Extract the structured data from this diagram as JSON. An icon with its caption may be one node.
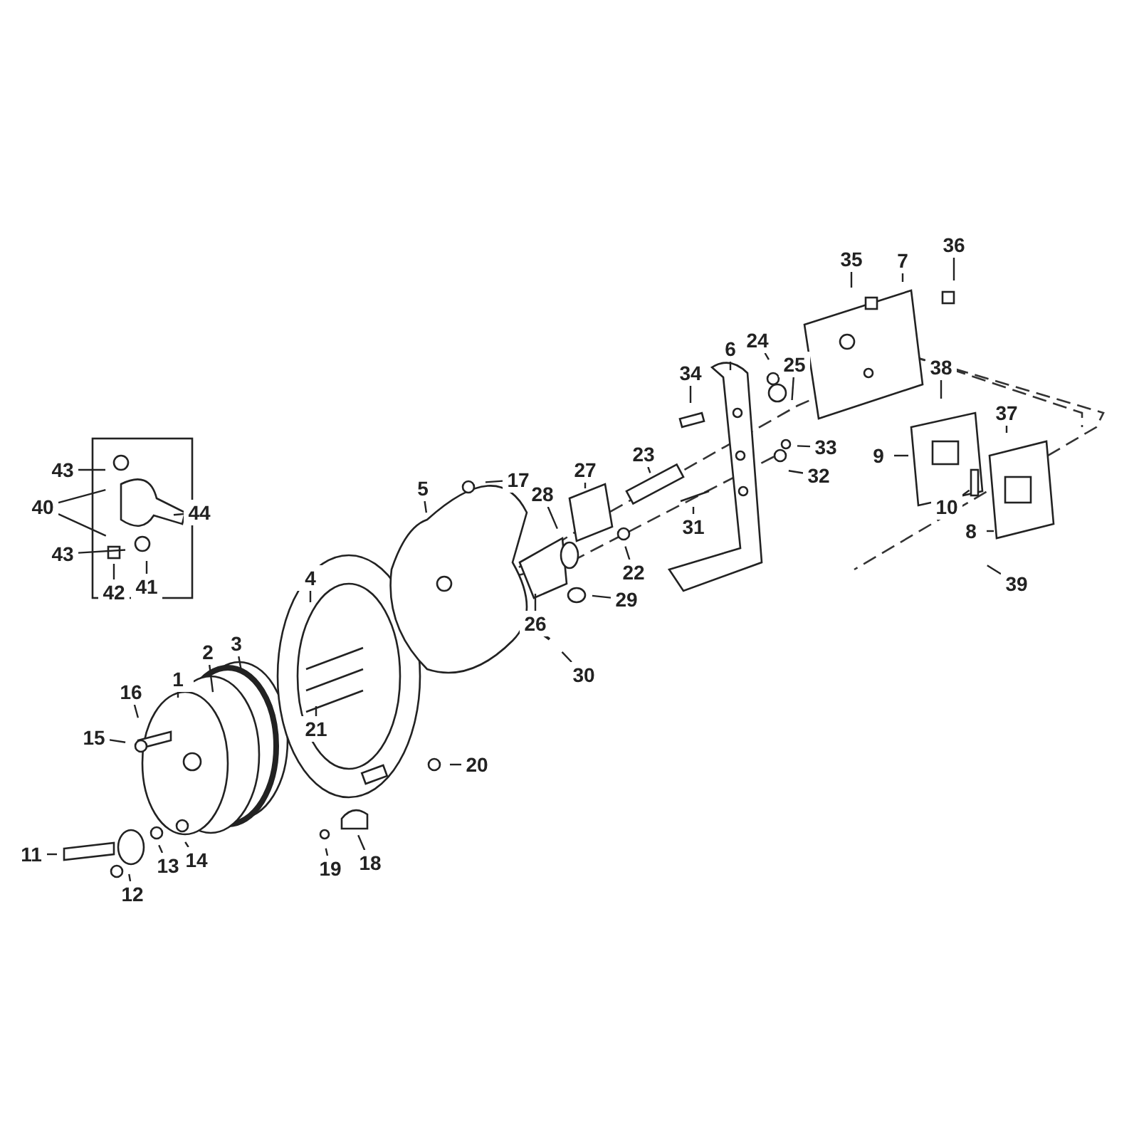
{
  "diagram": {
    "nodes": [
      {
        "text": [
          "1"
        ]
      },
      {
        "text": [
          "2"
        ]
      },
      {
        "text": [
          "3"
        ]
      },
      {
        "text": [
          "4"
        ]
      },
      {
        "text": [
          "5"
        ]
      },
      {
        "text": [
          "6"
        ]
      },
      {
        "text": [
          "7"
        ]
      },
      {
        "text": [
          "8"
        ]
      },
      {
        "text": [
          "9"
        ]
      },
      {
        "text": [
          "10"
        ]
      },
      {
        "text": [
          "11"
        ]
      },
      {
        "text": [
          "12"
        ]
      },
      {
        "text": [
          "13"
        ]
      },
      {
        "text": [
          "14"
        ]
      },
      {
        "text": [
          "15"
        ]
      },
      {
        "text": [
          "16"
        ]
      },
      {
        "text": [
          "17"
        ]
      },
      {
        "text": [
          "18"
        ]
      },
      {
        "text": [
          "19"
        ]
      },
      {
        "text": [
          "20"
        ]
      },
      {
        "text": [
          "21"
        ]
      },
      {
        "text": [
          "22"
        ]
      },
      {
        "text": [
          "23"
        ]
      },
      {
        "text": [
          "24"
        ]
      },
      {
        "text": [
          "25"
        ]
      },
      {
        "text": [
          "26"
        ]
      },
      {
        "text": [
          "27"
        ]
      },
      {
        "text": [
          "28"
        ]
      },
      {
        "text": [
          "29"
        ]
      },
      {
        "text": [
          "30"
        ]
      },
      {
        "text": [
          "31"
        ]
      },
      {
        "text": [
          "32"
        ]
      },
      {
        "text": [
          "33"
        ]
      },
      {
        "text": [
          "34"
        ]
      },
      {
        "text": [
          "35"
        ]
      },
      {
        "text": [
          "36"
        ]
      },
      {
        "text": [
          "37"
        ]
      },
      {
        "text": [
          "38"
        ]
      },
      {
        "text": [
          "39"
        ]
      },
      {
        "text": [
          "40"
        ]
      },
      {
        "text": [
          "41"
        ]
      },
      {
        "text": [
          "42"
        ]
      },
      {
        "text": [
          "43"
        ]
      },
      {
        "text": [
          "43"
        ]
      },
      {
        "text": [
          "44"
        ]
      }
    ],
    "edges": [
      {
        "from": 0,
        "to": null,
        "arrow": "none"
      },
      {
        "from": 1,
        "to": null,
        "arrow": "none"
      },
      {
        "from": 2,
        "to": null,
        "arrow": "none"
      },
      {
        "from": 3,
        "to": null,
        "arrow": "none"
      },
      {
        "from": 4,
        "to": null,
        "arrow": "none"
      },
      {
        "from": 5,
        "to": null,
        "arrow": "none"
      },
      {
        "from": 6,
        "to": null,
        "arrow": "none"
      },
      {
        "from": 7,
        "to": null,
        "arrow": "none"
      },
      {
        "from": 8,
        "to": null,
        "arrow": "none"
      },
      {
        "from": 9,
        "to": null,
        "arrow": "none"
      },
      {
        "from": 10,
        "to": null,
        "arrow": "none"
      },
      {
        "from": 11,
        "to": null,
        "arrow": "none"
      },
      {
        "from": 12,
        "to": null,
        "arrow": "none"
      },
      {
        "from": 13,
        "to": null,
        "arrow": "none"
      },
      {
        "from": 14,
        "to": null,
        "arrow": "none"
      },
      {
        "from": 15,
        "to": null,
        "arrow": "none"
      },
      {
        "from": 16,
        "to": null,
        "arrow": "none"
      },
      {
        "from": 17,
        "to": null,
        "arrow": "none"
      },
      {
        "from": 18,
        "to": null,
        "arrow": "none"
      },
      {
        "from": 19,
        "to": null,
        "arrow": "none"
      },
      {
        "from": 20,
        "to": null,
        "arrow": "none"
      },
      {
        "from": 21,
        "to": null,
        "arrow": "none"
      },
      {
        "from": 22,
        "to": null,
        "arrow": "none"
      },
      {
        "from": 23,
        "to": null,
        "arrow": "none"
      },
      {
        "from": 24,
        "to": null,
        "arrow": "none"
      },
      {
        "from": 25,
        "to": null,
        "arrow": "none"
      },
      {
        "from": 26,
        "to": null,
        "arrow": "none"
      },
      {
        "from": 27,
        "to": null,
        "arrow": "none"
      },
      {
        "from": 28,
        "to": null,
        "arrow": "none"
      },
      {
        "from": 29,
        "to": null,
        "arrow": "none"
      },
      {
        "from": 30,
        "to": null,
        "arrow": "none"
      },
      {
        "from": 31,
        "to": null,
        "arrow": "none"
      },
      {
        "from": 32,
        "to": null,
        "arrow": "none"
      },
      {
        "from": 33,
        "to": null,
        "arrow": "none"
      },
      {
        "from": 34,
        "to": null,
        "arrow": "none"
      },
      {
        "from": 35,
        "to": null,
        "arrow": "none"
      },
      {
        "from": 36,
        "to": null,
        "arrow": "none"
      },
      {
        "from": 37,
        "to": null,
        "arrow": "none"
      },
      {
        "from": 38,
        "to": null,
        "arrow": "none"
      },
      {
        "from": 39,
        "to": null,
        "arrow": "none"
      },
      {
        "from": 39,
        "to": null,
        "arrow": "none"
      },
      {
        "from": 40,
        "to": null,
        "arrow": "none"
      },
      {
        "from": 41,
        "to": null,
        "arrow": "none"
      },
      {
        "from": 42,
        "to": null,
        "arrow": "none"
      },
      {
        "from": 43,
        "to": null,
        "arrow": "none"
      },
      {
        "from": 44,
        "to": null,
        "arrow": "none"
      }
    ]
  }
}
